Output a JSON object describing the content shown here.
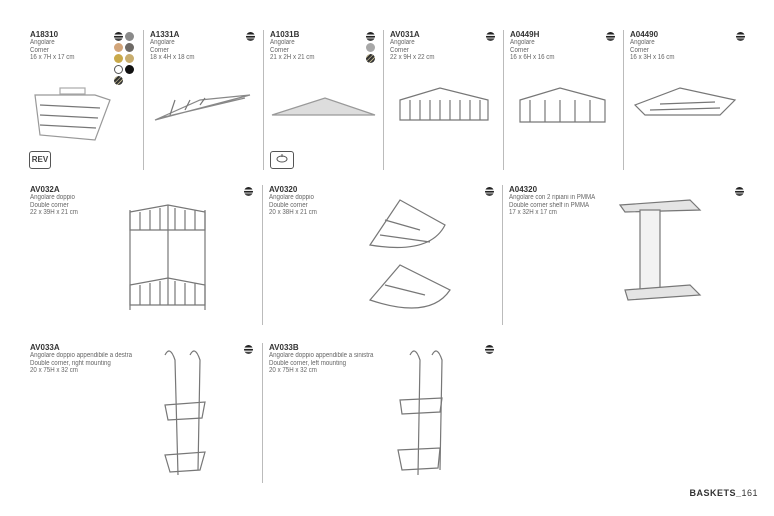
{
  "products": [
    {
      "code": "A18310",
      "lines": [
        "Angolare",
        "Corner",
        "16 x 7H x 17 cm"
      ],
      "finishes": [
        "chrome",
        "#8a8a8a",
        "#d2a57a",
        "#6e6a66",
        "#c9a94a",
        "#c8ad6e",
        "#ffffff",
        "#111111",
        "bronze"
      ],
      "badge": "REV"
    },
    {
      "code": "A1331A",
      "lines": [
        "Angolare",
        "Corner",
        "18 x 4H x 18 cm"
      ],
      "finishes": [
        "chrome"
      ]
    },
    {
      "code": "A1031B",
      "lines": [
        "Angolare",
        "Corner",
        "21 x 2H x 21 cm"
      ],
      "finishes": [
        "chrome",
        "#a8a8a8",
        "bronze"
      ]
    },
    {
      "code": "AV031A",
      "lines": [
        "Angolare",
        "Corner",
        "22 x 9H x 22 cm"
      ],
      "finishes": [
        "chrome"
      ]
    },
    {
      "code": "A0449H",
      "lines": [
        "Angolare",
        "Corner",
        "16 x 6H x 16 cm"
      ],
      "finishes": [
        "chrome"
      ]
    },
    {
      "code": "A04490",
      "lines": [
        "Angolare",
        "Corner",
        "16 x 3H x 16 cm"
      ],
      "finishes": [
        "chrome"
      ]
    },
    {
      "code": "AV032A",
      "lines": [
        "Angolare doppio",
        "Double corner",
        "22 x 39H x 21 cm"
      ],
      "finishes": [
        "chrome"
      ]
    },
    {
      "code": "AV0320",
      "lines": [
        "Angolare doppio",
        "Double corner",
        "20 x 38H x 21 cm"
      ],
      "finishes": [
        "chrome"
      ]
    },
    {
      "code": "A04320",
      "lines": [
        "Angolare con 2 ripiani in PMMA",
        "Double corner shelf in PMMA",
        "17 x 32H x 17 cm"
      ],
      "finishes": [
        "chrome"
      ]
    },
    {
      "code": "AV033A",
      "lines": [
        "Angolare doppio appendibile a destra",
        "Double corner, right mounting",
        "20 x 75H x 32 cm"
      ],
      "finishes": [
        "chrome"
      ]
    },
    {
      "code": "AV033B",
      "lines": [
        "Angolare doppio appendibile a sinistra",
        "Double corner, left mounting",
        "20 x 75H x 32 cm"
      ],
      "finishes": [
        "chrome"
      ]
    }
  ],
  "footer": {
    "section": "BASKETS_",
    "page": "161"
  }
}
